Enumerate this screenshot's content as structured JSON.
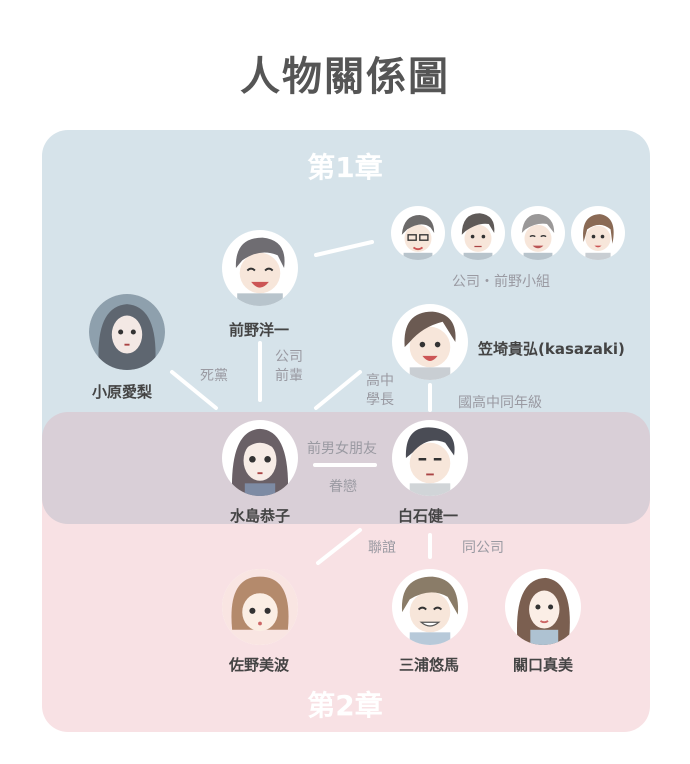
{
  "title": "人物關係圖",
  "chapters": {
    "ch1": "第1章",
    "ch2": "第2章"
  },
  "colors": {
    "chapter1_bg": "#d6e3ea",
    "chapter2_bg": "#f8e1e4",
    "overlap_bg": "#d9cfd7",
    "line": "#ffffff",
    "name_text": "#444444",
    "relation_text": "#9a9aa2"
  },
  "characters": {
    "maeno": {
      "name": "前野洋一",
      "hair": "#6f6d72"
    },
    "ohara": {
      "name": "小原愛梨",
      "hair": "#5e6670"
    },
    "kasazaki": {
      "name": "笠埼貴弘(kasazaki)",
      "hair": "#6b5a52"
    },
    "mizushima": {
      "name": "水島恭子",
      "hair": "#6a6066"
    },
    "shiraishi": {
      "name": "白石健一",
      "hair": "#4a4c55"
    },
    "sano": {
      "name": "佐野美波",
      "hair": "#b48a6c"
    },
    "miura": {
      "name": "三浦悠馬",
      "hair": "#8a7c68"
    },
    "sekiguchi": {
      "name": "關口真美",
      "hair": "#7b5f50"
    }
  },
  "group": {
    "label": "公司・前野小組",
    "members": [
      {
        "hair": "#6c6a6a",
        "glasses": true
      },
      {
        "hair": "#5f5a58",
        "glasses": false
      },
      {
        "hair": "#9a9898",
        "glasses": false
      },
      {
        "hair": "#8a6a55",
        "glasses": false
      }
    ]
  },
  "relations": {
    "best_friend": "死黨",
    "company_senior_1": "公司",
    "company_senior_2": "前輩",
    "hs_senior_1": "高中",
    "hs_senior_2": "學長",
    "classmates": "國高中同年級",
    "ex_partners": "前男女朋友",
    "longing": "眷戀",
    "mixer": "聯誼",
    "same_company": "同公司"
  }
}
